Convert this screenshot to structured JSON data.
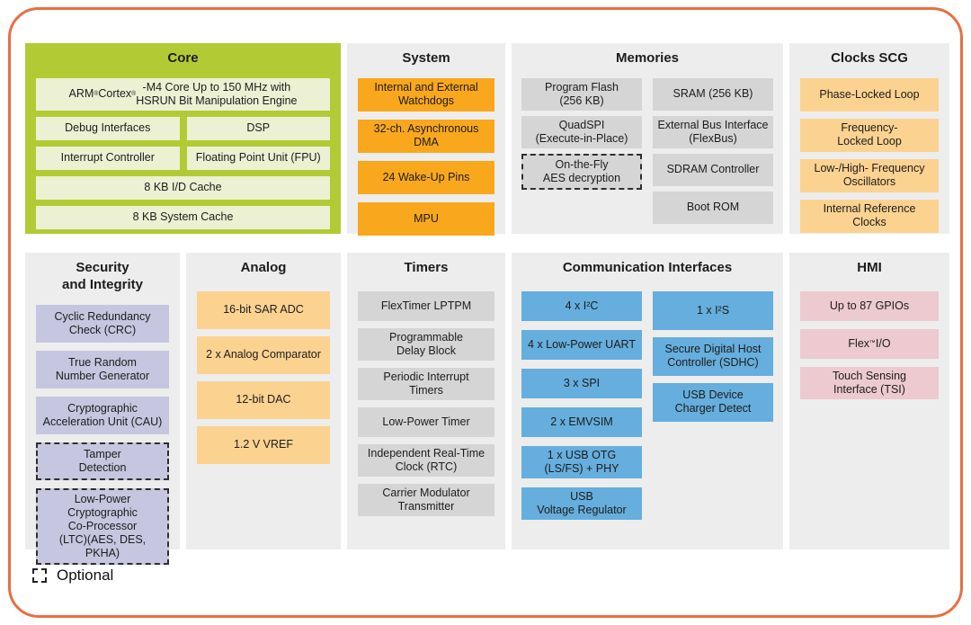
{
  "palette": {
    "core_bg": "#b2cb35",
    "core_block": "#ebf1d2",
    "panel_bg": "#ededed",
    "orange": "#f9a71c",
    "light_orange": "#fcd291",
    "gray": "#d5d5d5",
    "lavender": "#c6c6e0",
    "blue": "#66aedd",
    "pink": "#eccacf",
    "outline": "#e76f42",
    "text": "#1c1c1c"
  },
  "legend": {
    "label": "Optional"
  },
  "sections": [
    {
      "id": "core",
      "title": "Core",
      "block_color": "core_block",
      "layout": "rows",
      "rows": [
        [
          {
            "label": "ARM® Cortex®-M4 Core Up to 150 MHz with\nHSRUN Bit Manipulation Engine"
          }
        ],
        [
          {
            "label": "Debug Interfaces"
          },
          {
            "label": "DSP"
          }
        ],
        [
          {
            "label": "Interrupt Controller"
          },
          {
            "label": "Floating Point Unit (FPU)"
          }
        ],
        [
          {
            "label": "8 KB I/D Cache"
          }
        ],
        [
          {
            "label": "8 KB System Cache"
          }
        ]
      ]
    },
    {
      "id": "system",
      "title": "System",
      "block_color": "orange",
      "layout": "rows",
      "rows": [
        [
          {
            "label": "Internal and External\nWatchdogs"
          }
        ],
        [
          {
            "label": "32-ch. Asynchronous\nDMA"
          }
        ],
        [
          {
            "label": "24 Wake-Up Pins"
          }
        ],
        [
          {
            "label": "MPU"
          }
        ]
      ]
    },
    {
      "id": "memories",
      "title": "Memories",
      "block_color": "gray",
      "layout": "cols",
      "cols": [
        [
          {
            "label": "Program Flash\n(256 KB)"
          },
          {
            "label": "QuadSPI\n(Execute-in-Place)"
          },
          {
            "label": "On-the-Fly\nAES decryption",
            "optional": true
          }
        ],
        [
          {
            "label": "SRAM (256 KB)"
          },
          {
            "label": "External Bus Interface\n(FlexBus)"
          },
          {
            "label": "SDRAM Controller"
          },
          {
            "label": "Boot ROM"
          }
        ]
      ]
    },
    {
      "id": "clocks",
      "title": "Clocks SCG",
      "block_color": "light_orange",
      "layout": "rows",
      "rows": [
        [
          {
            "label": "Phase-Locked Loop"
          }
        ],
        [
          {
            "label": "Frequency-\nLocked Loop"
          }
        ],
        [
          {
            "label": "Low-/High- Frequency\nOscillators"
          }
        ],
        [
          {
            "label": "Internal Reference\nClocks"
          }
        ]
      ]
    },
    {
      "id": "security",
      "title": "Security\nand Integrity",
      "block_color": "lavender",
      "layout": "rows",
      "rows": [
        [
          {
            "label": "Cyclic Redundancy\nCheck (CRC)"
          }
        ],
        [
          {
            "label": "True Random\nNumber Generator"
          }
        ],
        [
          {
            "label": "Cryptographic\nAcceleration Unit (CAU)"
          }
        ],
        [
          {
            "label": "Tamper\nDetection",
            "optional": true
          }
        ],
        [
          {
            "label": "Low-Power Cryptographic\nCo-Processor\n(LTC)(AES, DES, PKHA)",
            "optional": true
          }
        ]
      ]
    },
    {
      "id": "analog",
      "title": "Analog",
      "block_color": "light_orange",
      "layout": "rows",
      "rows": [
        [
          {
            "label": "16-bit SAR ADC"
          }
        ],
        [
          {
            "label": "2 x Analog Comparator"
          }
        ],
        [
          {
            "label": "12-bit DAC"
          }
        ],
        [
          {
            "label": "1.2 V VREF"
          }
        ]
      ]
    },
    {
      "id": "timers",
      "title": "Timers",
      "block_color": "gray",
      "layout": "rows",
      "rows": [
        [
          {
            "label": "FlexTimer LPTPM"
          }
        ],
        [
          {
            "label": "Programmable\nDelay Block"
          }
        ],
        [
          {
            "label": "Periodic Interrupt\nTimers"
          }
        ],
        [
          {
            "label": "Low-Power Timer"
          }
        ],
        [
          {
            "label": "Independent Real-Time\nClock (RTC)"
          }
        ],
        [
          {
            "label": "Carrier Modulator\nTransmitter"
          }
        ]
      ]
    },
    {
      "id": "comm",
      "title": "Communication  Interfaces",
      "block_color": "blue",
      "layout": "cols",
      "cols": [
        [
          {
            "label": "4 x I²C"
          },
          {
            "label": "4 x Low-Power UART"
          },
          {
            "label": "3 x SPI"
          },
          {
            "label": "2 x EMVSIM"
          },
          {
            "label": "1 x USB OTG\n(LS/FS) + PHY"
          },
          {
            "label": "USB\nVoltage Regulator"
          }
        ],
        [
          {
            "label": "1 x I²S"
          },
          {
            "label": "Secure Digital Host\nController (SDHC)"
          },
          {
            "label": "USB Device\nCharger Detect"
          }
        ]
      ]
    },
    {
      "id": "hmi",
      "title": "HMI",
      "block_color": "pink",
      "layout": "rows",
      "rows": [
        [
          {
            "label": "Up to 87 GPIOs"
          }
        ],
        [
          {
            "label": "Flex™ I/O"
          }
        ],
        [
          {
            "label": "Touch Sensing\nInterface (TSI)"
          }
        ]
      ]
    }
  ]
}
